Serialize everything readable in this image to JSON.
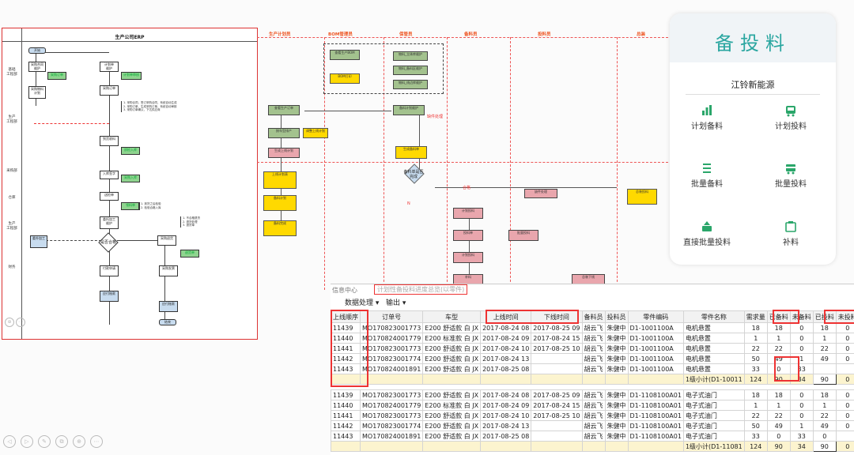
{
  "erp": {
    "title": "生产公司ERP",
    "lanes": [
      "基础\n工程部",
      "生产\n工程部",
      "采购部",
      "仓库",
      "生产\n工程部",
      "财务"
    ],
    "boxes": {
      "start": "开始",
      "b1": "采购合同\n维护",
      "b2": "采购订单",
      "b3": "计划单\n维护",
      "b4": "计划单审核",
      "b5": "采购物料\n计划",
      "b6": "采购订单",
      "b7": "到货收料",
      "b8": "质检入库",
      "b9": "入库签字",
      "b10": "采购入库",
      "b11": "委托加工\n维护",
      "b12": "送检单",
      "b13": "领料单",
      "b14": "委外加工",
      "b15": "付款申请",
      "b16": "采购发票",
      "b17": "应付账款",
      "b18": "结束",
      "dec": "是否合格",
      "b19": "采购退货",
      "b20": "退货单"
    },
    "notes": {
      "n1": "1. 采购合同，签订采购合同，系统自动生成\n2. 采购订单，生成采购订单，系统自动审核\n3. 采购订单确认，下达供应商",
      "n2": "1. 到货之后检验\n2. 检验合格入库",
      "n3": "1. 不合格退货\n2. 退货处理\n3. 退货单"
    }
  },
  "flow": {
    "lane_headers": [
      "生产计划员",
      "BOM管理员",
      "保管员",
      "备料员",
      "投料员",
      "总装"
    ],
    "boxes": {
      "bom": "查看生产BOM",
      "bom_rpt": "BOM打印",
      "s1": "物料_立体库维护",
      "s2": "物料_备料区维护",
      "s3": "物料_线边库维护",
      "p1": "查看生产订单",
      "p2": "按车型排产",
      "p3": "生成上线计划",
      "y1": "调整上线计划",
      "y2": "上线计划表",
      "y3": "生成备料单",
      "s4": "备料计划维护",
      "s5": "备料计划",
      "d1": "备料单是否完成",
      "k1": "缺件处理",
      "k2": "总装投料",
      "k3": "计划投料",
      "k4": "投料单",
      "k5": "批量投料",
      "k6": "计划投料",
      "k7": "补料",
      "k8": "总装下线",
      "k9": "备料完成"
    },
    "labels": {
      "yes": "Y",
      "no": "N",
      "ok": "合格",
      "ng": "缺件处理"
    }
  },
  "card": {
    "title": "备投料",
    "org": "江铃新能源",
    "items": [
      {
        "label": "计划备料",
        "icon": "plan-prepare-icon"
      },
      {
        "label": "计划投料",
        "icon": "plan-feed-icon"
      },
      {
        "label": "批量备料",
        "icon": "batch-prepare-icon"
      },
      {
        "label": "批量投料",
        "icon": "batch-feed-icon"
      },
      {
        "label": "直接批量投料",
        "icon": "direct-batch-feed-icon"
      },
      {
        "label": "补料",
        "icon": "replenish-icon"
      }
    ],
    "accent": "#2aa6a0"
  },
  "table": {
    "crumb1": "信息中心",
    "crumb2": "计划性备投料进度总览(以零件)",
    "toolbar": [
      {
        "label": "数据处理 ▾"
      },
      {
        "label": "输出 ▾"
      }
    ],
    "columns": [
      "上线顺序",
      "订单号",
      "车型",
      "上线时间",
      "下线时间",
      "备料员",
      "投料员",
      "零件编码",
      "零件名称",
      "需求量",
      "已备料",
      "未备料",
      "已投料",
      "未投料"
    ],
    "group1": [
      [
        "11439",
        "MO170823001773",
        "E200 舒适款 白 JX",
        "2017-08-24 08",
        "2017-08-25 09",
        "胡云飞",
        "朱健中",
        "D1-1001100A",
        "电机悬置",
        "18",
        "18",
        "0",
        "18",
        "0"
      ],
      [
        "11440",
        "MO170824001779",
        "E200 标准款 白 JX",
        "2017-08-24 09",
        "2017-08-24 15",
        "胡云飞",
        "朱健中",
        "D1-1001100A",
        "电机悬置",
        "1",
        "1",
        "0",
        "1",
        "0"
      ],
      [
        "11441",
        "MO170823001773",
        "E200 舒适款 白 JX",
        "2017-08-24 10",
        "2017-08-25 10",
        "胡云飞",
        "朱健中",
        "D1-1001100A",
        "电机悬置",
        "22",
        "22",
        "0",
        "22",
        "0"
      ],
      [
        "11442",
        "MO170823001774",
        "E200 舒适款 白 JX",
        "2017-08-24 13",
        "",
        "胡云飞",
        "朱健中",
        "D1-1001100A",
        "电机悬置",
        "50",
        "49",
        "1",
        "49",
        "0"
      ],
      [
        "11443",
        "MO170824001891",
        "E200 舒适款 白 JX",
        "2017-08-25 08",
        "",
        "胡云飞",
        "朱健中",
        "D1-1001100A",
        "电机悬置",
        "33",
        "0",
        "33",
        "",
        ""
      ]
    ],
    "subtotal1": {
      "label": "1级小计(D1-10011",
      "values": [
        "124",
        "90",
        "34",
        "90",
        "0"
      ]
    },
    "group2": [
      [
        "11439",
        "MO170823001773",
        "E200 舒适款 白 JX",
        "2017-08-24 08",
        "2017-08-25 09",
        "胡云飞",
        "朱健中",
        "D1-1108100A01",
        "电子式油门",
        "18",
        "18",
        "0",
        "18",
        "0"
      ],
      [
        "11440",
        "MO170824001779",
        "E200 标准款 白 JX",
        "2017-08-24 09",
        "2017-08-24 15",
        "胡云飞",
        "朱健中",
        "D1-1108100A01",
        "电子式油门",
        "1",
        "1",
        "0",
        "1",
        "0"
      ],
      [
        "11441",
        "MO170823001773",
        "E200 舒适款 白 JX",
        "2017-08-24 10",
        "2017-08-25 10",
        "胡云飞",
        "朱健中",
        "D1-1108100A01",
        "电子式油门",
        "22",
        "22",
        "0",
        "22",
        "0"
      ],
      [
        "11442",
        "MO170823001774",
        "E200 舒适款 白 JX",
        "2017-08-24 13",
        "",
        "胡云飞",
        "朱健中",
        "D1-1108100A01",
        "电子式油门",
        "50",
        "49",
        "1",
        "49",
        "0"
      ],
      [
        "11443",
        "MO170824001891",
        "E200 舒适款 白 JX",
        "2017-08-25 08",
        "",
        "胡云飞",
        "朱健中",
        "D1-1108100A01",
        "电子式油门",
        "33",
        "0",
        "33",
        "0",
        ""
      ]
    ],
    "subtotal2": {
      "label": "1级小计(D1-11081",
      "values": [
        "124",
        "90",
        "34",
        "90",
        "0"
      ]
    }
  },
  "viewer": {
    "controls": [
      "◁",
      "▷",
      "✎",
      "⧉",
      "⊕",
      "⋯"
    ]
  }
}
